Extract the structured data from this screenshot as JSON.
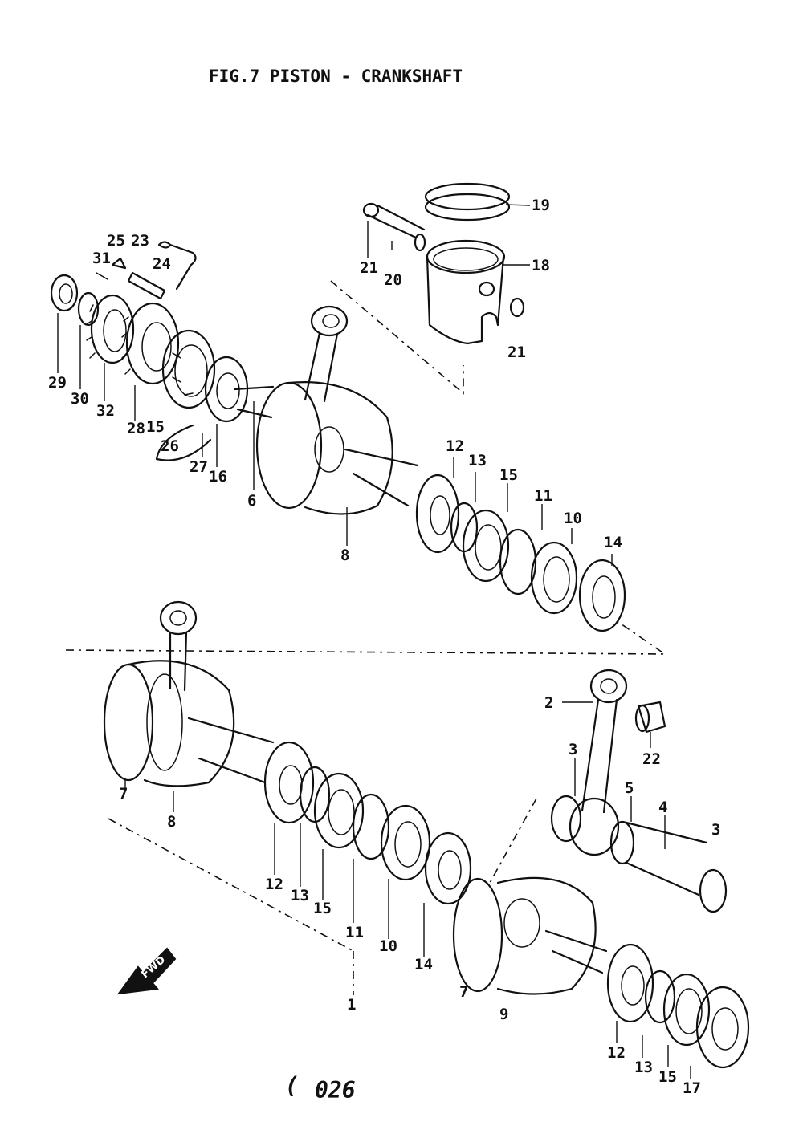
{
  "figure": {
    "title": "FIG.7  PISTON - CRANKSHAFT",
    "page_number": "026",
    "page_prefix": "(",
    "fwd_label": "FWD"
  },
  "labels": {
    "l19": "19",
    "l18": "18",
    "l21a": "21",
    "l20": "20",
    "l21b": "21",
    "l25": "25",
    "l23": "23",
    "l24": "24",
    "l31": "31",
    "l29": "29",
    "l30": "30",
    "l32": "32",
    "l28": "28",
    "l15a": "15",
    "l26": "26",
    "l27": "27",
    "l16": "16",
    "l6": "6",
    "l8a": "8",
    "l12a": "12",
    "l13a": "13",
    "l15b": "15",
    "l11a": "11",
    "l10a": "10",
    "l14a": "14",
    "l2": "2",
    "l22": "22",
    "l3a": "3",
    "l5": "5",
    "l4": "4",
    "l3b": "3",
    "l7a": "7",
    "l8b": "8",
    "l12b": "12",
    "l13b": "13",
    "l15c": "15",
    "l11b": "11",
    "l10b": "10",
    "l14b": "14",
    "l1": "1",
    "l7b": "7",
    "l9": "9",
    "l12c": "12",
    "l13c": "13",
    "l15d": "15",
    "l17": "17"
  }
}
